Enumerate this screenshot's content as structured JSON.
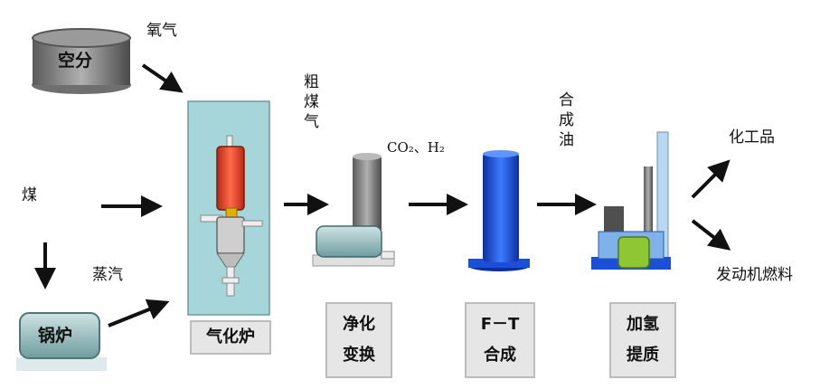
{
  "labels": {
    "air_separation": "空分",
    "oxygen": "氧气",
    "coal": "煤",
    "boiler": "锅炉",
    "steam": "蒸汽",
    "gasifier": "气化炉",
    "crude_gas": "粗煤气",
    "co2_h2": "CO₂、H₂",
    "purify_line1": "净化",
    "purify_line2": "变换",
    "ft_line1": "F－T",
    "ft_line2": "合成",
    "synthetic_oil": "合成油",
    "hydro_line1": "加氢",
    "hydro_line2": "提质",
    "chemicals": "化工品",
    "engine_fuel": "发动机燃料"
  },
  "colors": {
    "gasifier_bg": "#a6d6da",
    "reactor_red": "#e8482e",
    "ft_blue": "#1c4fd8",
    "boiler_teal": "#8fb8ba",
    "hydro_green": "#8ec634",
    "label_bg": "#e6e6e6"
  }
}
